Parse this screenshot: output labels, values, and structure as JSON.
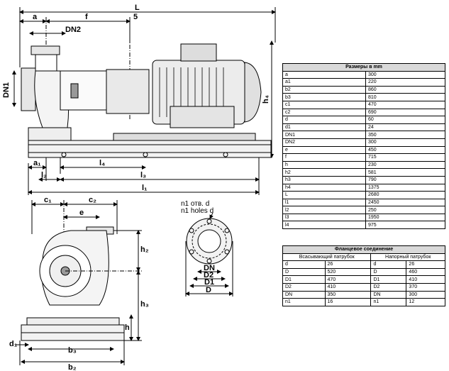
{
  "side_view": {
    "labels": {
      "L": "L",
      "a": "a",
      "f": "f",
      "s": "5",
      "DN2": "DN2",
      "DN1": "DN1",
      "h4": "h₄",
      "a1": "a₁",
      "l4": "l₄",
      "l2": "l₂",
      "l3": "l₃",
      "l1": "l₁"
    }
  },
  "front_view": {
    "labels": {
      "c1": "c₁",
      "c2": "c₂",
      "e": "e",
      "h2": "h₂",
      "h3": "h₃",
      "h": "h",
      "d1": "d₁",
      "b3": "b₃",
      "b2": "b₂"
    }
  },
  "flange_view": {
    "labels": {
      "holes_ru": "n1 отв. d",
      "holes_en": "n1 holes d",
      "DN": "DN",
      "D2": "D2",
      "D1": "D1",
      "D": "D"
    }
  },
  "dimensions_table": {
    "title": "Размеры в mm",
    "rows": [
      {
        "key": "a",
        "value": "300"
      },
      {
        "key": "a1",
        "value": "220"
      },
      {
        "key": "b2",
        "value": "860"
      },
      {
        "key": "b3",
        "value": "810"
      },
      {
        "key": "c1",
        "value": "470"
      },
      {
        "key": "c2",
        "value": "690"
      },
      {
        "key": "d",
        "value": "60"
      },
      {
        "key": "d1",
        "value": "24"
      },
      {
        "key": "DN1",
        "value": "350"
      },
      {
        "key": "DN2",
        "value": "300"
      },
      {
        "key": "e",
        "value": "450"
      },
      {
        "key": "f",
        "value": "715"
      },
      {
        "key": "h",
        "value": "230"
      },
      {
        "key": "h2",
        "value": "581"
      },
      {
        "key": "h3",
        "value": "790"
      },
      {
        "key": "h4",
        "value": "1375"
      },
      {
        "key": "L",
        "value": "2680"
      },
      {
        "key": "l1",
        "value": "2450"
      },
      {
        "key": "l2",
        "value": "250"
      },
      {
        "key": "l3",
        "value": "1950"
      },
      {
        "key": "l4",
        "value": "975"
      }
    ]
  },
  "flange_table": {
    "title": "Фланцевое соединение",
    "suction_header": "Всасывающий патрубок",
    "discharge_header": "Напорный патрубок",
    "rows": [
      {
        "s_key": "d",
        "s_val": "26",
        "d_key": "d",
        "d_val": "26"
      },
      {
        "s_key": "D",
        "s_val": "520",
        "d_key": "D",
        "d_val": "460"
      },
      {
        "s_key": "D1",
        "s_val": "470",
        "d_key": "D1",
        "d_val": "410"
      },
      {
        "s_key": "D2",
        "s_val": "410",
        "d_key": "D2",
        "d_val": "370"
      },
      {
        "s_key": "DN",
        "s_val": "350",
        "d_key": "DN",
        "d_val": "300"
      },
      {
        "s_key": "n1",
        "s_val": "16",
        "d_key": "n1",
        "d_val": "12"
      }
    ]
  }
}
